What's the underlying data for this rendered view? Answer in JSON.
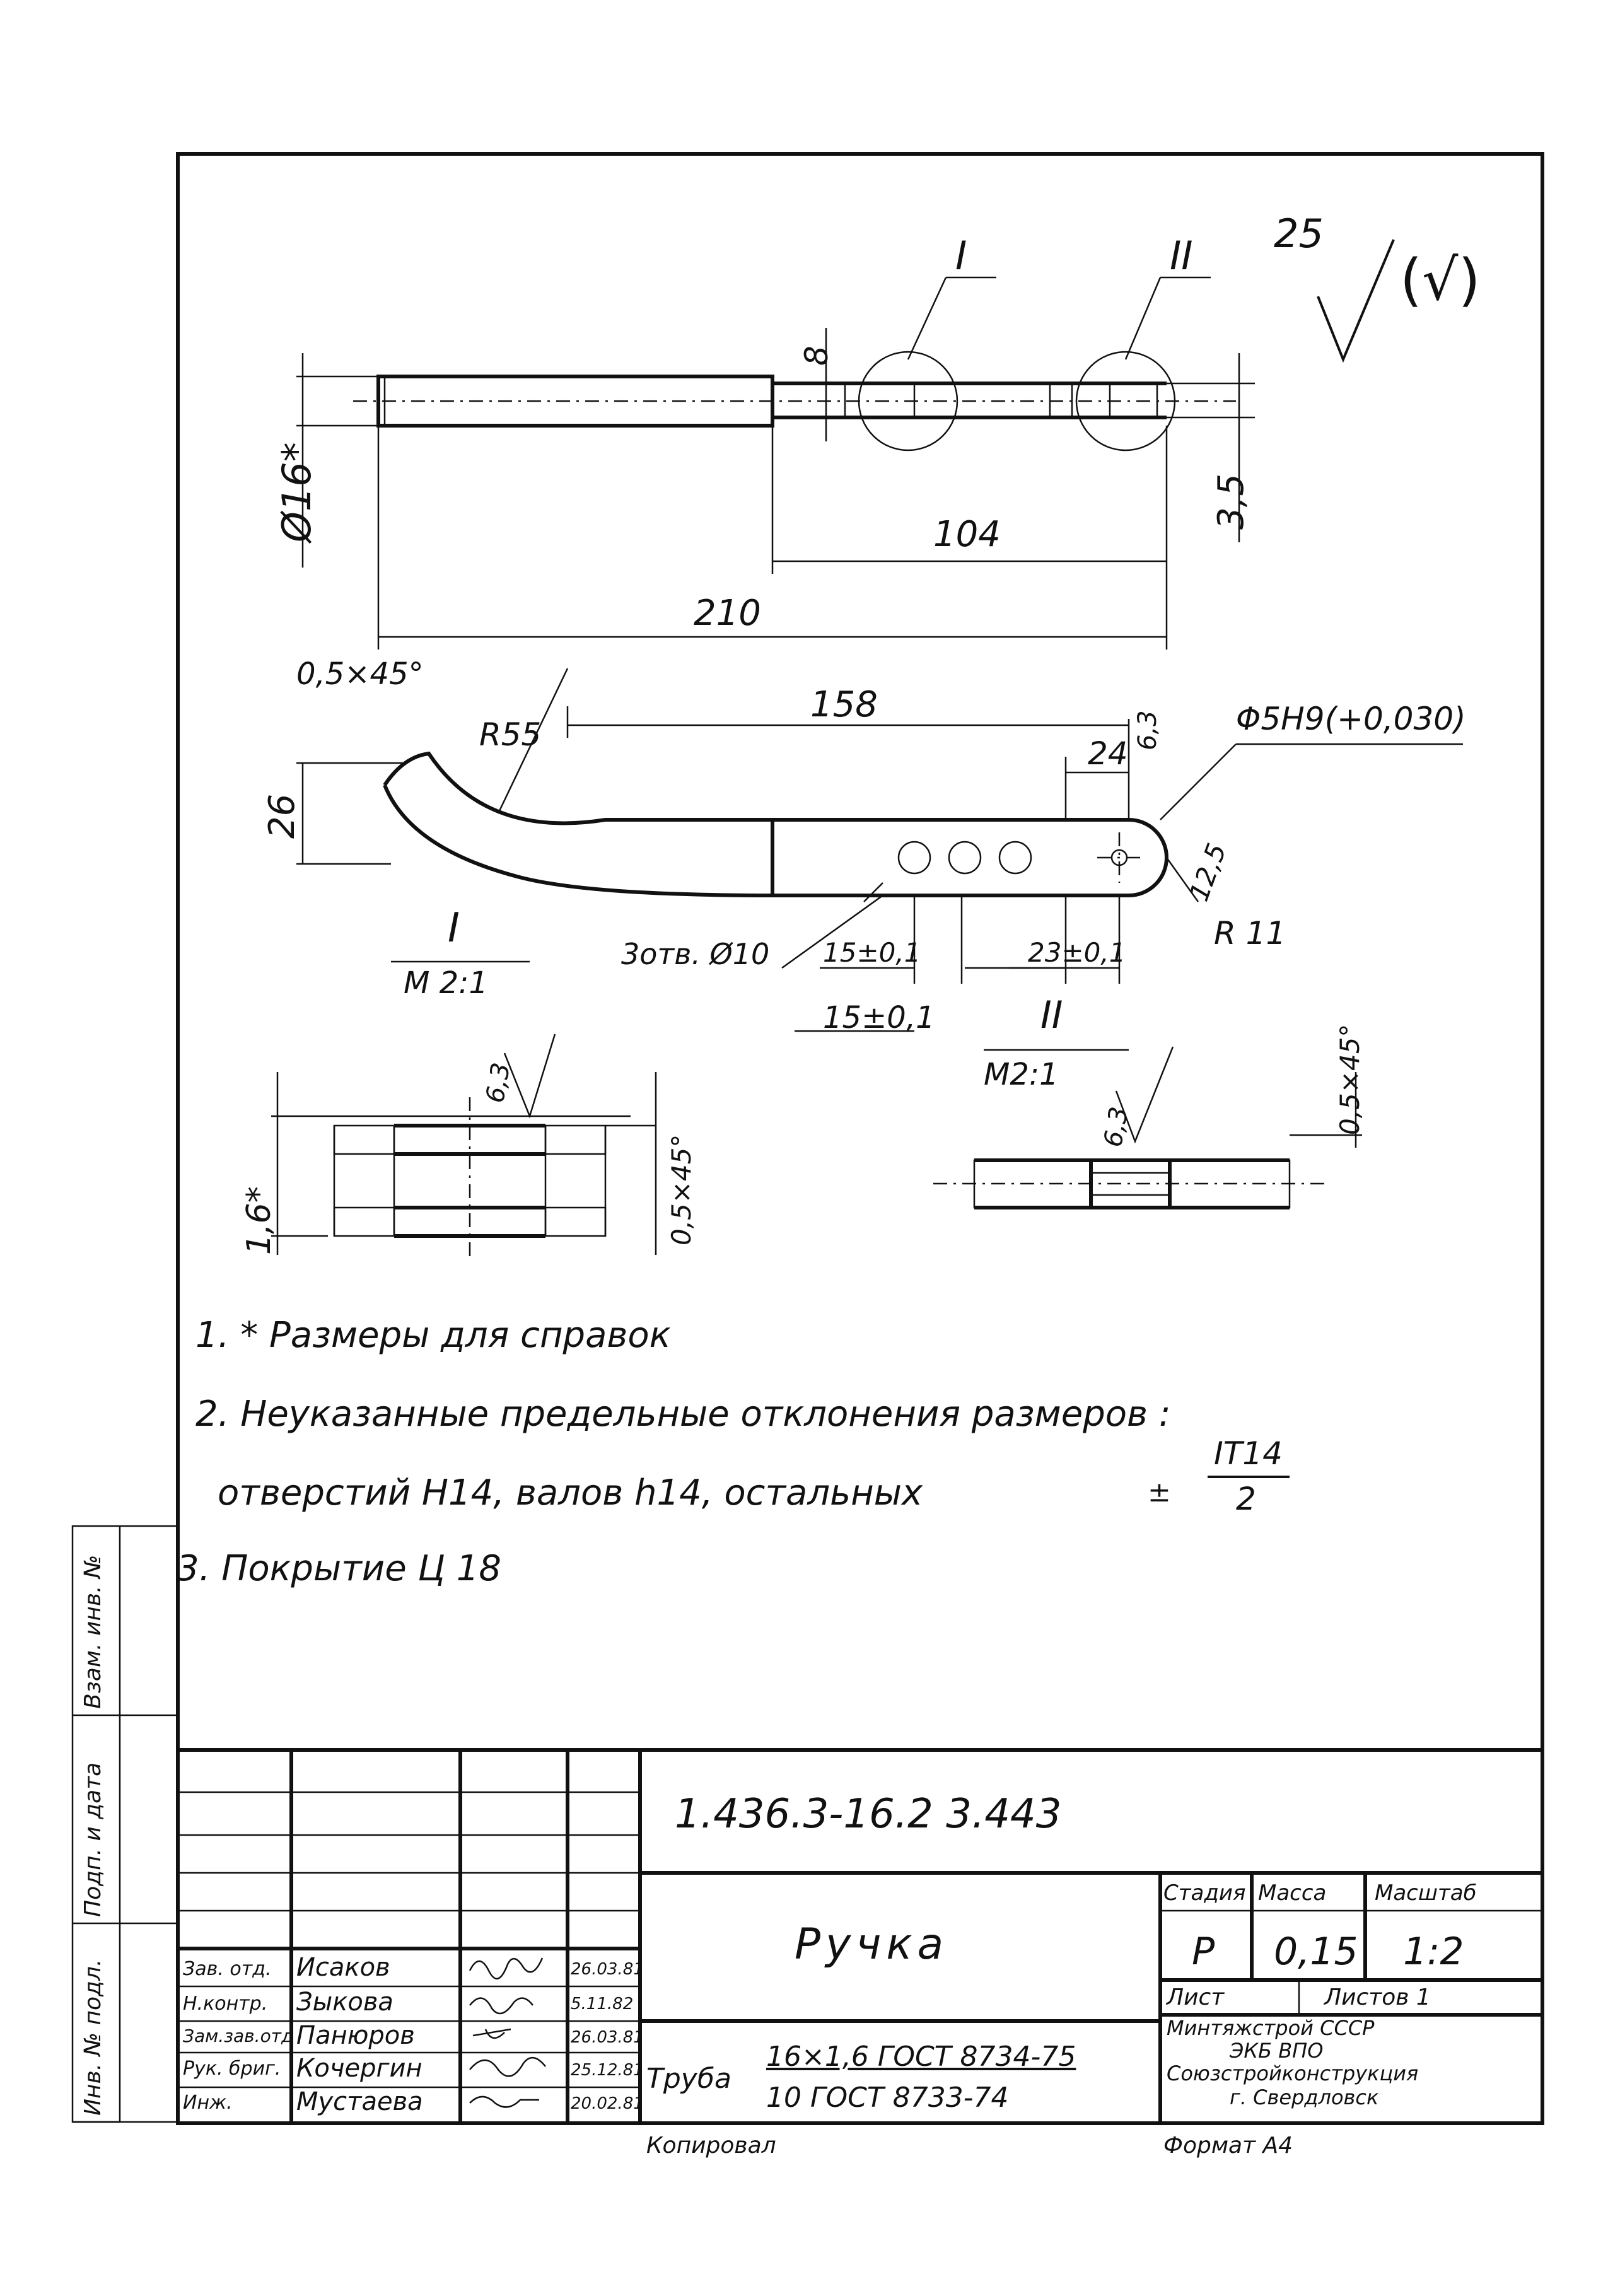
{
  "views": {
    "roughness_general": "25",
    "roughness_paren": "(√)",
    "callout_i": "I",
    "callout_ii": "II",
    "dim_8": "8",
    "dim_dia16": "Ø16*",
    "dim_3_5": "3,5",
    "dim_104": "104",
    "dim_210": "210",
    "chamfer_top": "0,5×45°",
    "dim_r55": "R55",
    "dim_158": "158",
    "dim_24": "24",
    "rough_6_3": "6,3",
    "dim_hole": "Φ5H9(+0,030)",
    "dim_26": "26",
    "dim_12_5": "12,5",
    "dim_r11": "R 11",
    "holes_note": "3отв. Ø10",
    "dim_15a": "15±0,1",
    "dim_23": "23±0,1",
    "dim_15b": "15±0,1",
    "detail_i_title": "I",
    "detail_i_scale": "M 2:1",
    "detail_ii_title": "II",
    "detail_ii_scale": "M2:1",
    "rough_detail_i": "6,3",
    "rough_detail_ii": "6,3",
    "dim_1_6": "1,6*",
    "chamfer_detail_i": "0,5×45°",
    "chamfer_detail_ii": "0,5×45°"
  },
  "notes": [
    "1. * Размеры для справок",
    "2. Неуказанные предельные отклонения размеров :",
    "отверстий H14, валов h14, остальных",
    "3. Покрытие Ц 18"
  ],
  "tolerance": {
    "sign": "±",
    "numerator": "IT14",
    "denominator": "2"
  },
  "side_columns": [
    "Взам. инв. №",
    "Подп. и дата",
    "Инв. № подл."
  ],
  "title_block": {
    "designation": "1.436.3-16.2 3.443",
    "part_name": "Ручка",
    "material_line1": "16×1,6 ГОСТ 8734-75",
    "material_line2": "10 ГОСТ 8733-74",
    "material_prefix": "Труба",
    "headers": {
      "stage": "Стадия",
      "mass": "Масса",
      "scale": "Масштаб"
    },
    "values": {
      "stage": "Р",
      "mass": "0,15",
      "scale": "1:2"
    },
    "sheet_label": "Лист",
    "sheets_label": "Листов 1",
    "org_line1": "Минтяжстрой СССР",
    "org_line2": "ЭКБ ВПО",
    "org_line3": "Союзстройконструкция",
    "org_line4": "г. Свердловск",
    "signatures": [
      {
        "role": "Зав. отд.",
        "name": "Исаков",
        "date": "26.03.81"
      },
      {
        "role": "Н.контр.",
        "name": "Зыкова",
        "date": "5.11.82"
      },
      {
        "role": "Зам.зав.отд",
        "name": "Панюров",
        "date": "26.03.81"
      },
      {
        "role": "Рук. бриг.",
        "name": "Кочергин",
        "date": "25.12.81"
      },
      {
        "role": "Инж.",
        "name": "Мустаева",
        "date": "20.02.81"
      }
    ],
    "copied": "Копировал",
    "format": "Формат А4"
  }
}
